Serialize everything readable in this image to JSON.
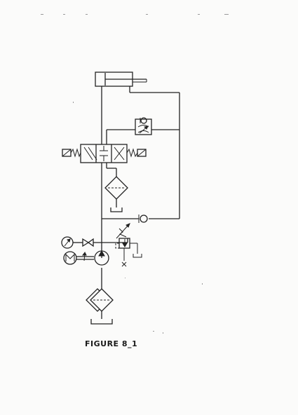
{
  "figure": {
    "caption": "FIGURE 8_1",
    "line_color": "#222222",
    "paper_color": "#fbfbfa"
  },
  "symbols": [
    "double-acting-cylinder",
    "check-valve",
    "throttle-valve",
    "directional-valve-4-3",
    "filter",
    "tank",
    "pressure-gauge",
    "shutoff-valve",
    "electric-motor",
    "hydraulic-pump",
    "pressure-relief-valve"
  ]
}
